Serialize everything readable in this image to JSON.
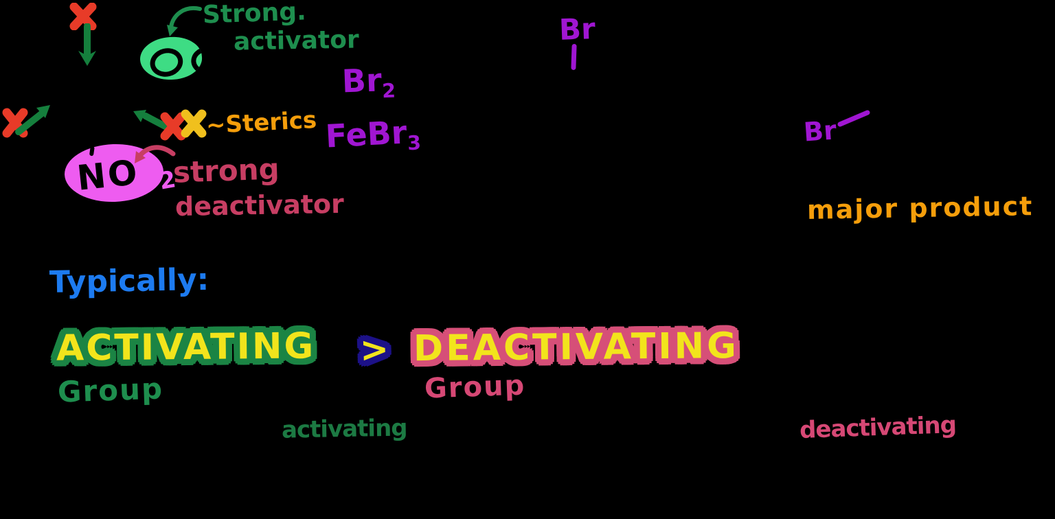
{
  "scene": {
    "background": "#000000",
    "description": "Hand-drawn organic chemistry note: activating vs deactivating groups in electrophilic aromatic bromination"
  },
  "annotations": {
    "strong_activator_line1": "Strong.",
    "strong_activator_line2": "activator",
    "sterics": "~Sterics",
    "strong_deactivator_line1": "strong",
    "strong_deactivator_line2": "deactivator",
    "major_product": "major product"
  },
  "substituents": {
    "nitro_base": "NO",
    "nitro_sub": "2"
  },
  "reagents": {
    "br2_base": "Br",
    "br2_sub": "2",
    "febr3_base": "FeBr",
    "febr3_sub": "3"
  },
  "products": {
    "br_top": "Br",
    "br_right": "Br"
  },
  "rule": {
    "typically": "Typically:",
    "activating_word": "ACTIVATING",
    "comparator": ">",
    "deactivating_word": "DEACTIVATING",
    "activating_group_label": "Group",
    "deactivating_group_label": "Group"
  },
  "footnotes": {
    "activating": "activating",
    "deactivating": "deactivating"
  },
  "colors": {
    "red_x": "#e83b28",
    "yellow_x": "#f0c01d",
    "green_arrow": "#157f3d",
    "green_text": "#1e8e4e",
    "green_highlight": "#3edc84",
    "magenta_highlight": "#ee5cf0",
    "crimson_text": "#c73e63",
    "purple_text": "#a016d2",
    "orange_text": "#f59e0b",
    "blue_text": "#1d7bf0",
    "yellow_text": "#f2e41c",
    "green_halo": "#1b8444",
    "pink_halo": "#d64f78",
    "navy_halo": "#1c1187"
  }
}
